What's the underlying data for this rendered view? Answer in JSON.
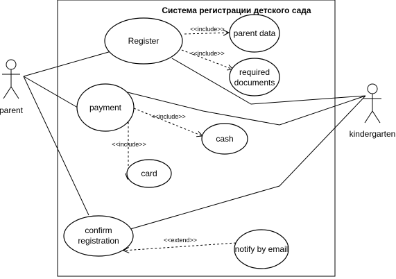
{
  "system": {
    "title": "Система регистрации детского сада"
  },
  "actors": {
    "parent": "parent",
    "kindergarten": "kindergarten"
  },
  "use_cases": {
    "register": "Register",
    "parent_data": "parent data",
    "required_documents_line1": "required",
    "required_documents_line2": "documents",
    "payment": "payment",
    "cash": "cash",
    "card": "card",
    "confirm_registration_line1": "confirm",
    "confirm_registration_line2": "registration",
    "notify_by_email": "notify by email"
  },
  "relations": {
    "include_label": "<<include>>",
    "extend_label": "<<extend>>"
  },
  "colors": {
    "line": "#000000",
    "background": "#ffffff"
  }
}
